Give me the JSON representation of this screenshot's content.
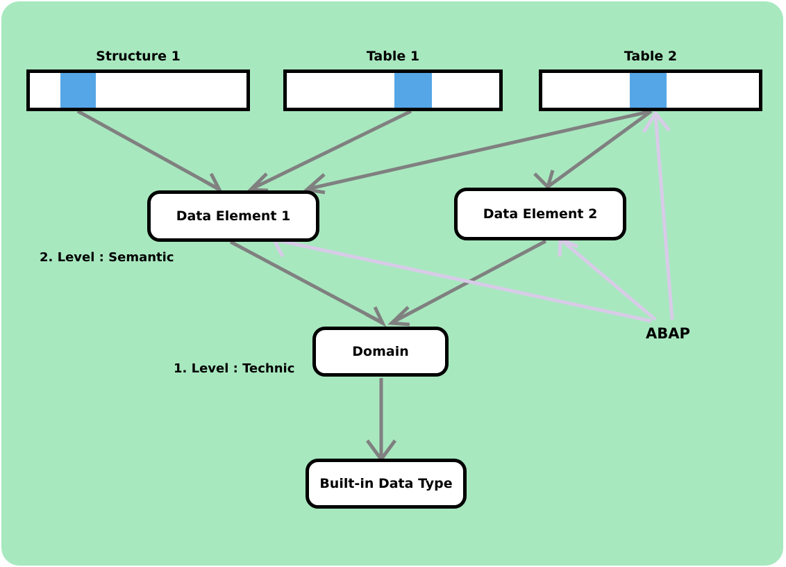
{
  "diagram": {
    "title": "ABAP Dictionary type hierarchy",
    "background_color": "#a8e8bf",
    "page_color": "#ffffff",
    "highlight_color": "#55a6e6",
    "edge_color": "#808080",
    "abap_edge_color": "#d8cbe8",
    "records": [
      {
        "id": "structure1",
        "title": "Structure 1",
        "cells": [
          {
            "highlight": false,
            "flex": 45
          },
          {
            "highlight": true,
            "flex": 53
          },
          {
            "highlight": false,
            "flex": 224
          }
        ]
      },
      {
        "id": "table1",
        "title": "Table 1",
        "cells": [
          {
            "highlight": false,
            "flex": 160
          },
          {
            "highlight": true,
            "flex": 56
          },
          {
            "highlight": false,
            "flex": 100
          }
        ]
      },
      {
        "id": "table2",
        "title": "Table 2",
        "cells": [
          {
            "highlight": false,
            "flex": 130
          },
          {
            "highlight": true,
            "flex": 55
          },
          {
            "highlight": false,
            "flex": 137
          }
        ]
      }
    ],
    "entities": [
      {
        "id": "data_element_1",
        "label": "Data Element 1"
      },
      {
        "id": "data_element_2",
        "label": "Data Element 2"
      },
      {
        "id": "domain",
        "label": "Domain"
      },
      {
        "id": "builtin",
        "label": "Built-in Data Type"
      }
    ],
    "notes": [
      {
        "id": "level2",
        "text": "2. Level : Semantic"
      },
      {
        "id": "level1",
        "text": "1. Level : Technic"
      },
      {
        "id": "abap",
        "text": "ABAP"
      }
    ]
  }
}
